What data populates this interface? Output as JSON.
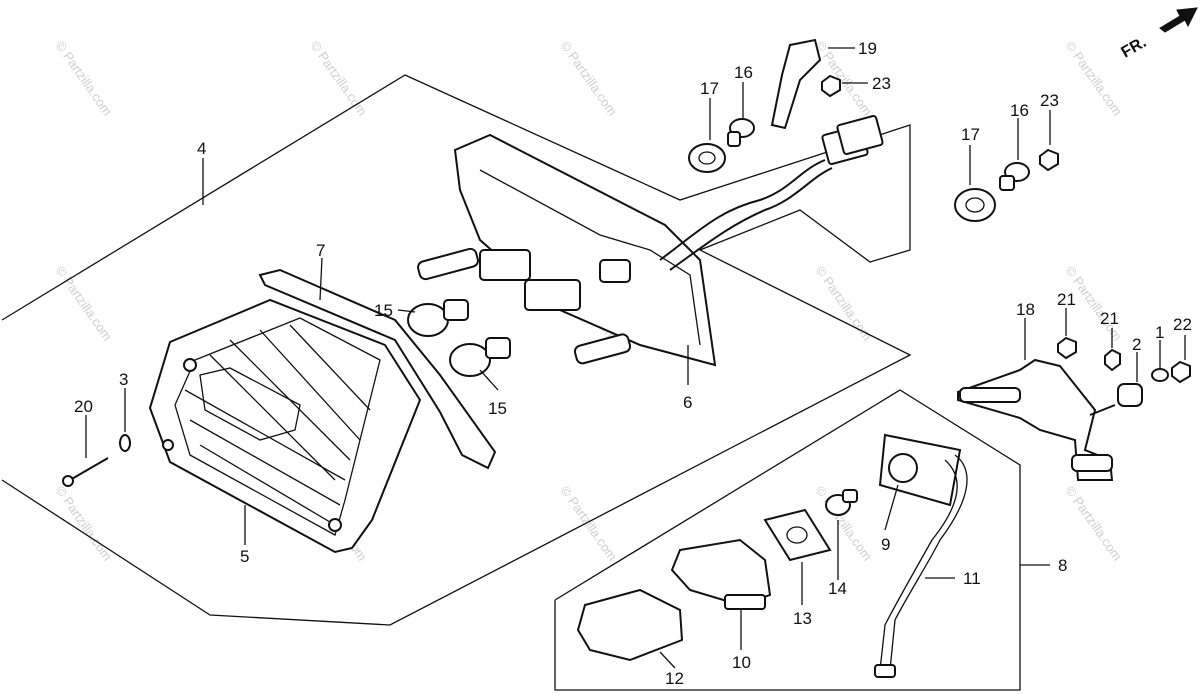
{
  "watermark": "© Partzilla.com",
  "direction_label": "FR.",
  "callouts": {
    "c1": "1",
    "c2": "2",
    "c3": "3",
    "c4": "4",
    "c5": "5",
    "c6": "6",
    "c7": "7",
    "c8": "8",
    "c9": "9",
    "c10": "10",
    "c11": "11",
    "c12": "12",
    "c13": "13",
    "c14": "14",
    "c15a": "15",
    "c15b": "15",
    "c16a": "16",
    "c16b": "16",
    "c17a": "17",
    "c17b": "17",
    "c18": "18",
    "c19": "19",
    "c20": "20",
    "c21a": "21",
    "c21b": "21",
    "c22": "22",
    "c23a": "23",
    "c23b": "23"
  }
}
